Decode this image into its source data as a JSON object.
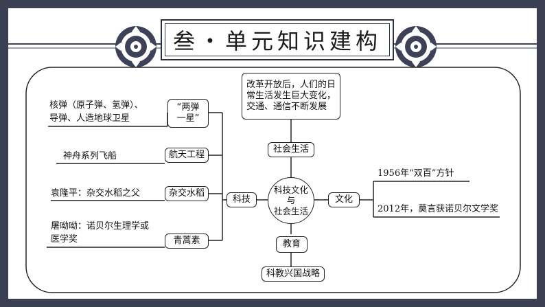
{
  "title": "叁・单元知识建构",
  "center": "科技文化\n与\n社会生活",
  "top_box": "改革开放后，人们的日\n常生活发生巨大变化，\n交通、通信不断发展",
  "nodes": {
    "social_life": "社会生活",
    "culture": "文化",
    "tech": "科技",
    "education": "教育",
    "strategy": "科教兴国战略",
    "two_bombs": "“两弹\n一星”",
    "space": "航天工程",
    "rice": "杂交水稻",
    "artemisinin": "青蒿素"
  },
  "leaves": {
    "two_bombs": "核弹（原子弹、氢弹）、\n导弹、人造地球卫星",
    "space": "神舟系列飞船",
    "rice": "袁隆平：杂交水稻之父",
    "artemisinin": "屠呦呦：诺贝尔生理学或\n医学奖",
    "culture_1": "1956年“双百”方针",
    "culture_2": "2012年，莫言获诺贝尔文学奖"
  },
  "colors": {
    "background": "#3b3f52",
    "ornament": "#3d4258",
    "line": "#222222"
  },
  "icons": [
    "ornament-left-icon",
    "ornament-right-icon"
  ]
}
